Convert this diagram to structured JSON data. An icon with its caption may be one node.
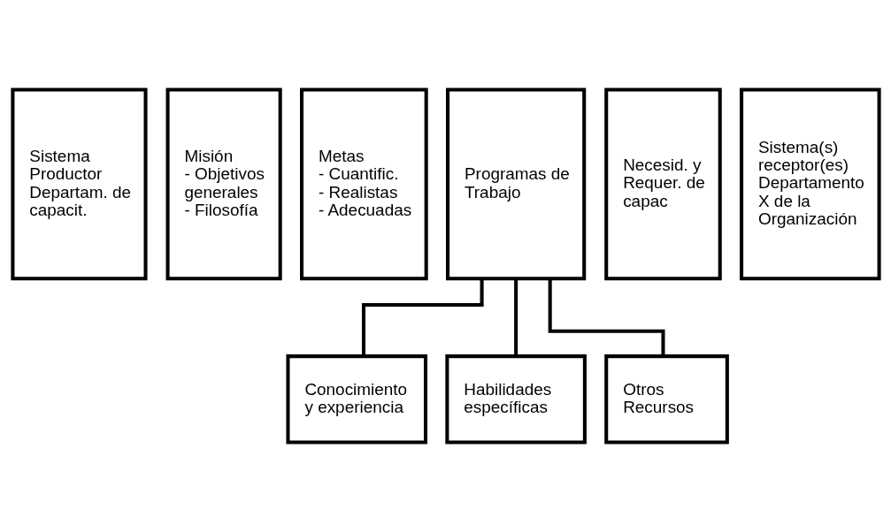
{
  "diagram": {
    "nodes": [
      {
        "text": [
          "Sistema Productor Departam. de capacit."
        ]
      },
      {
        "text": [
          "Misión",
          "- Objetivos generales",
          "- Filosofía"
        ]
      },
      {
        "text": [
          "Metas",
          "- Cuantific.",
          "- Realistas",
          "- Adecuadas"
        ]
      },
      {
        "text": [
          "Programas de Trabajo"
        ]
      },
      {
        "text": [
          "Necesid. y Requer. de capac"
        ]
      },
      {
        "text": [
          "Sistema(s) receptor(es) Departamento X de la Organización"
        ]
      },
      {
        "text": [
          "Conocimiento y experiencia"
        ]
      },
      {
        "text": [
          "Habilidades específicas"
        ]
      },
      {
        "text": [
          "Otros Recursos"
        ]
      }
    ],
    "edges": [
      {
        "from": 3,
        "to": 6,
        "arrow": "none"
      },
      {
        "from": 3,
        "to": 7,
        "arrow": "none"
      },
      {
        "from": 3,
        "to": 8,
        "arrow": "none"
      }
    ]
  }
}
